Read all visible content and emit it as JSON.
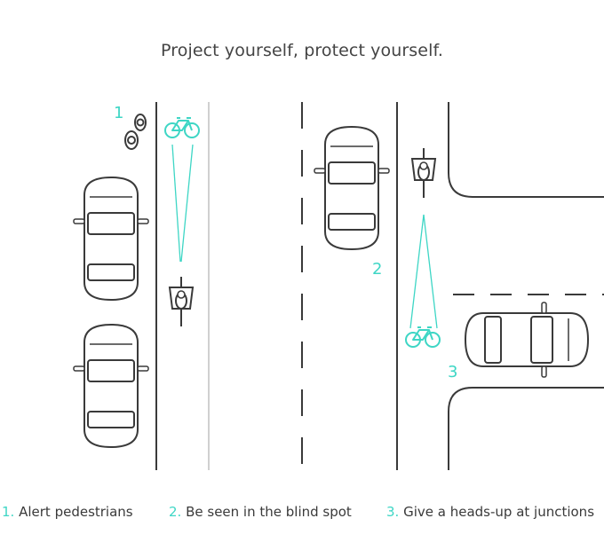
{
  "title": "Project yourself, protect yourself.",
  "accent_color": "#3ed6c5",
  "line_color": "#3a3a3a",
  "scenes": [
    {
      "marker": "1"
    },
    {
      "marker": "2"
    },
    {
      "marker": "3"
    }
  ],
  "captions": [
    {
      "number": "1.",
      "text": "Alert pedestrians"
    },
    {
      "number": "2.",
      "text": "Be seen in the blind spot"
    },
    {
      "number": "3.",
      "text": "Give a heads-up at junctions"
    }
  ]
}
